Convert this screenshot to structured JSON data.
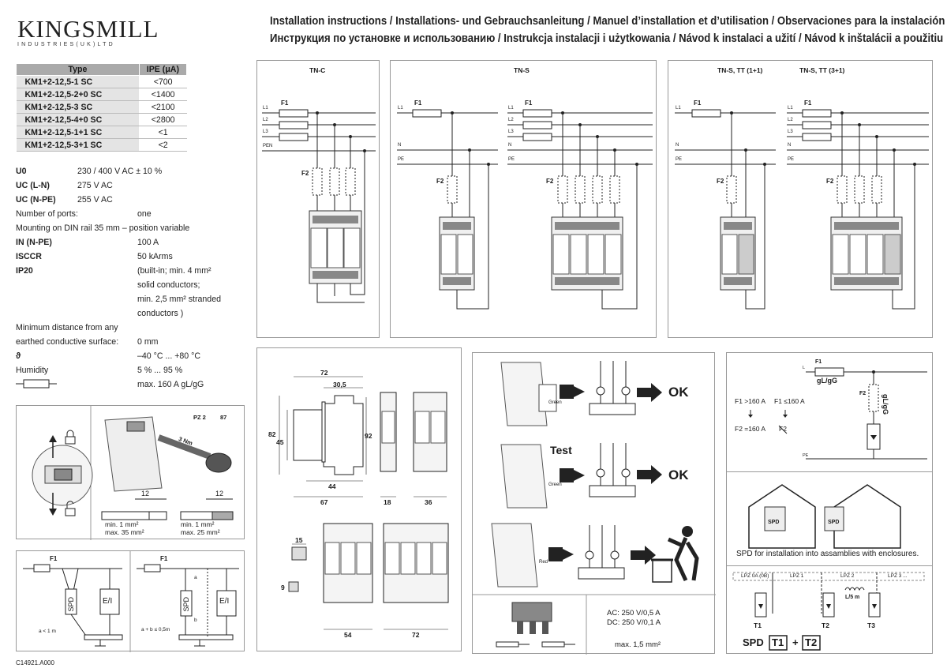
{
  "brand": {
    "name": "KINGSMILL",
    "sub": "INDUSTRIES(UK)LTD"
  },
  "title_lines": [
    "Installation instructions / Installations- und Gebrauchsanleitung / Manuel d’installation et d’utilisation / Observaciones para la instalación y uso /",
    "Инструкция по установке и использованию / Instrukcja instalacji i użytkowania / Návod k instalaci a užití / Návod k inštalácii a použitiu"
  ],
  "type_table": {
    "headers": [
      "Type",
      "IPE (μA)"
    ],
    "rows": [
      [
        "KM1+2-12,5-1 SC",
        "<700"
      ],
      [
        "KM1+2-12,5-2+0 SC",
        "<1400"
      ],
      [
        "KM1+2-12,5-3 SC",
        "<2100"
      ],
      [
        "KM1+2-12,5-4+0 SC",
        "<2800"
      ],
      [
        "KM1+2-12,5-1+1 SC",
        "<1"
      ],
      [
        "KM1+2-12,5-3+1 SC",
        "<2"
      ]
    ]
  },
  "specs": {
    "u0": {
      "label": "U0",
      "value": "230 / 400 V AC ± 10 %"
    },
    "uc_ln": {
      "label": "UC (L-N)",
      "value": "275 V AC"
    },
    "uc_npe": {
      "label": "UC (N-PE)",
      "value": "255 V AC"
    },
    "ports": {
      "label": "Number of ports:",
      "value": "one"
    },
    "mounting": "Mounting on DIN rail 35 mm – position variable",
    "in_npe": {
      "label": "IN (N-PE)",
      "value": "100 A"
    },
    "isccr": {
      "label": "ISCCR",
      "value": "50 kArms"
    },
    "ip20": {
      "label": "IP20",
      "v1": "(built-in;  min. 4 mm²",
      "v2": "solid conductors;",
      "v3": "min. 2,5 mm² stranded",
      "v4": "conductors )"
    },
    "mindist": {
      "l1": "Minimum distance from any",
      "l2": "earthed conductive surface:",
      "value": "0 mm"
    },
    "temp": {
      "label": "ϑ",
      "value": "–40 °C  ...  +80 °C"
    },
    "humidity": {
      "label": "Humidity",
      "value": "5 % ... 95 %"
    },
    "fuse": {
      "value": "max. 160 A gL/gG"
    }
  },
  "diagrams": {
    "tnc": "TN-C",
    "tns": "TN-S",
    "tntt11": "TN-S, TT (1+1)",
    "tntt31": "TN-S, TT (3+1)",
    "L1": "L1",
    "L2": "L2",
    "L3": "L3",
    "PEN": "PEN",
    "N": "N",
    "PE": "PE",
    "F1": "F1",
    "F2": "F2"
  },
  "install": {
    "pz": "PZ 2",
    "pz_n": "87",
    "torque": "3 Nm",
    "strip1": "12",
    "strip2": "12",
    "min1": "min. 1 mm²",
    "max1": "max. 35 mm²",
    "min2": "min. 1 mm²",
    "max2": "max. 25 mm²"
  },
  "wiring": {
    "spd": "SPD",
    "ei": "E/I",
    "a_lt": "a < 1 m",
    "sum": "a + b ≤ 0,5m",
    "a": "a",
    "b": "b"
  },
  "dims": {
    "w72": "72",
    "d30": "30,5",
    "h82": "82",
    "h45": "45",
    "h92": "92",
    "w44": "44",
    "w67": "67",
    "w18": "18",
    "w36": "36",
    "w15": "15",
    "w54": "54",
    "w72b": "72",
    "n9": "9"
  },
  "indicator": {
    "ok1": "OK",
    "test": "Test",
    "ok2": "OK",
    "green1": "Green",
    "green2": "Green",
    "red": "Red",
    "ac": "AC: 250 V/0,5 A",
    "dc": "DC: 250 V/0,1 A",
    "max": "max. 1,5 mm²"
  },
  "fuse_panel": {
    "f1": "F1",
    "ggg": "gL/gG",
    "f2": "F2",
    "ggg2": "gL/gG",
    "f1gt": "F1 >160 A",
    "f1le": "F1 ≤160 A",
    "f2eq": "F2 =160 A",
    "f2x": "F2",
    "L": "L",
    "PE": "PE"
  },
  "enclosure": {
    "spd1": "SPD",
    "spd2": "SPD",
    "caption": "SPD for installation into assamblies with enclosures."
  },
  "lpz": {
    "z0": "LPZ 0A (0B)",
    "z1": "LPZ 1",
    "z2": "LPZ 2",
    "z3": "LPZ 3 ...",
    "l5": "L/5 m",
    "t1": "T1",
    "t2": "T2",
    "t3": "T3",
    "spd": "SPD",
    "b1": "T1",
    "plus": "+",
    "b2": "T2"
  },
  "footer": "C14921.A000"
}
